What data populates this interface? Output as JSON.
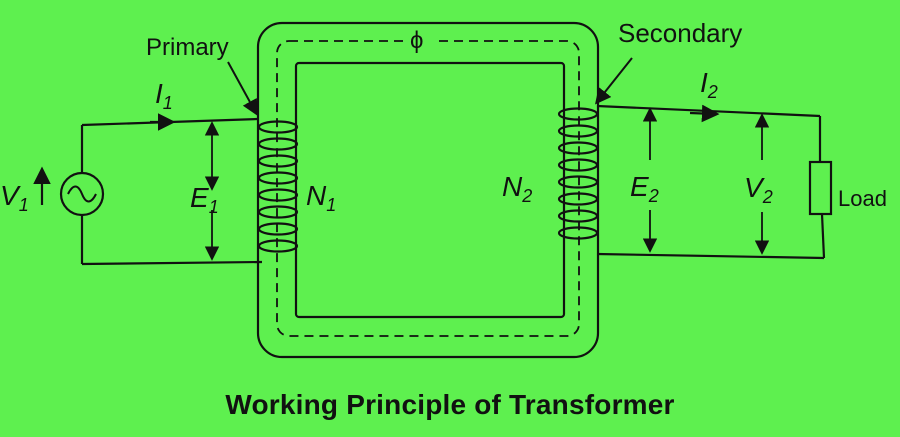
{
  "diagram": {
    "labels": {
      "primary": "Primary",
      "secondary": "Secondary",
      "flux": "ϕ",
      "i1": {
        "main": "I",
        "sub": "1"
      },
      "i2": {
        "main": "I",
        "sub": "2"
      },
      "v1": {
        "main": "V",
        "sub": "1"
      },
      "e1": {
        "main": "E",
        "sub": "1"
      },
      "n1": {
        "main": "N",
        "sub": "1"
      },
      "n2": {
        "main": "N",
        "sub": "2"
      },
      "e2": {
        "main": "E",
        "sub": "2"
      },
      "v2": {
        "main": "V",
        "sub": "2"
      },
      "load": "Load"
    },
    "source_symbol": "~",
    "caption": "Working Principle of Transformer",
    "colors": {
      "background": "#5ef04f",
      "ink": "#111111"
    }
  }
}
